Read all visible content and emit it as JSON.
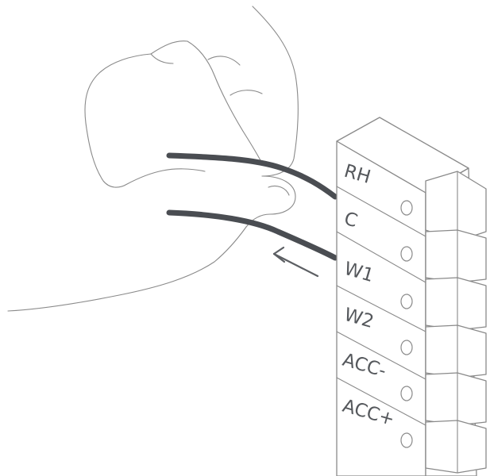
{
  "colors": {
    "line": "#8a8a8a",
    "wire": "#4a4d52",
    "label": "#55585c",
    "background": "#ffffff"
  },
  "terminal_block": {
    "terminals": [
      {
        "label": "RH"
      },
      {
        "label": "C"
      },
      {
        "label": "W1"
      },
      {
        "label": "W2"
      },
      {
        "label": "ACC-"
      },
      {
        "label": "ACC+"
      }
    ]
  },
  "icons": {
    "hand": "hand-holding-wires",
    "arrow": "pull-direction-arrow"
  }
}
